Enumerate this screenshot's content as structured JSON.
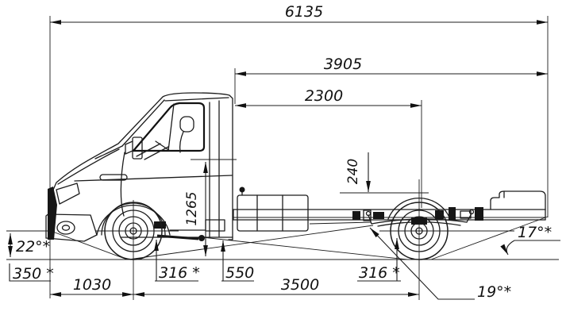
{
  "labels": {
    "overall_length": "6135",
    "rear_frame_length": "3905",
    "cab_to_rear_axle": "2300",
    "frame_step_height": "240",
    "cab_back_height": "1265",
    "approach_angle": "22°*",
    "front_lower_height": "350 *",
    "front_overhang": "1030",
    "front_offset": "316 *",
    "cab_back_offset": "550",
    "wheelbase": "3500",
    "rear_offset": "316 *",
    "ramp_angle": "19°*",
    "departure_angle": "17°*"
  }
}
